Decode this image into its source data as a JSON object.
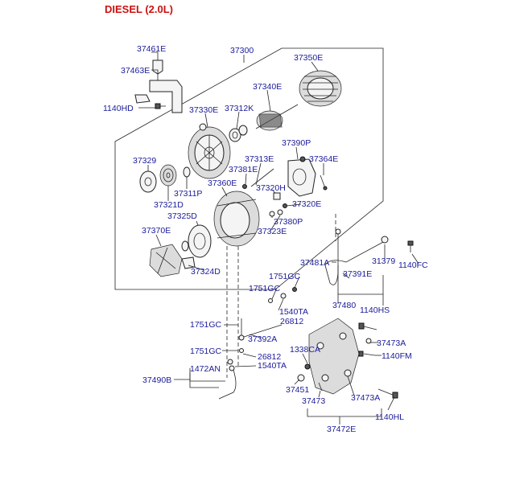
{
  "title": "DIESEL (2.0L)",
  "labels": {
    "l37300": "37300",
    "l37461E": "37461E",
    "l37463E": "37463E",
    "l1140HD": "1140HD",
    "l37350E": "37350E",
    "l37340E": "37340E",
    "l37330E": "37330E",
    "l37312K": "37312K",
    "l37390P": "37390P",
    "l37313E": "37313E",
    "l37364E": "37364E",
    "l37329": "37329",
    "l37381E": "37381E",
    "l37360E": "37360E",
    "l37320H": "37320H",
    "l37311P": "37311P",
    "l37321D": "37321D",
    "l37320E": "37320E",
    "l37325D": "37325D",
    "l37380P": "37380P",
    "l37370E": "37370E",
    "l37323E": "37323E",
    "l37324D": "37324D",
    "l37481A": "37481A",
    "l31379": "31379",
    "l1140FC": "1140FC",
    "l1751GC_a": "1751GC",
    "l1751GC_b": "1751GC",
    "l37391E": "37391E",
    "l1540TA_a": "1540TA",
    "l26812_a": "26812",
    "l37480": "37480",
    "l1140HS": "1140HS",
    "l1751GC_c": "1751GC",
    "l37392A": "37392A",
    "l37473A_a": "37473A",
    "l1338CA": "1338CA",
    "l1751GC_d": "1751GC",
    "l26812_b": "26812",
    "l1140FM": "1140FM",
    "l1472AN": "1472AN",
    "l1540TA_b": "1540TA",
    "l37490B": "37490B",
    "l37451": "37451",
    "l37473": "37473",
    "l37473A_b": "37473A",
    "l1140HL": "1140HL",
    "l37472E": "37472E"
  }
}
